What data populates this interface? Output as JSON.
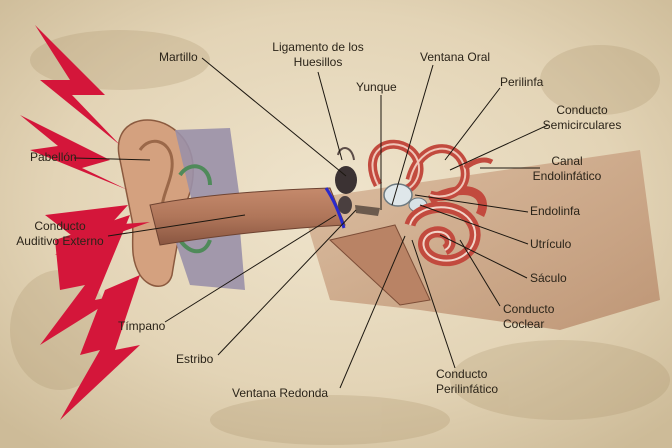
{
  "labels": {
    "martillo": "Martillo",
    "ligamento_line1": "Ligamento de los",
    "ligamento_line2": "Huesillos",
    "yunque": "Yunque",
    "ventana_oral": "Ventana Oral",
    "perilinfa": "Perilinfa",
    "semicirculares_line1": "Conducto",
    "semicirculares_line2": "Semicirculares",
    "canal_line1": "Canal",
    "canal_line2": "Endolinfático",
    "endolinfa": "Endolinfa",
    "utriculo": "Utrículo",
    "saculo": "Sáculo",
    "coclear_line1": "Conducto",
    "coclear_line2": "Coclear",
    "perilinfatico_line1": "Conducto",
    "perilinfatico_line2": "Perilinfático",
    "ventana_redonda": "Ventana Redonda",
    "estribo": "Estribo",
    "timpano": "Tímpano",
    "auditivo_line1": "Conducto",
    "auditivo_line2": "Auditivo Externo",
    "pabellon": "Pabellón"
  },
  "colors": {
    "background": "#e8dcc3",
    "soundwave": "#d4163a",
    "canal": "#b0765a",
    "cochlea": "#c24a3e",
    "tympanum": "#2a2acd",
    "leader": "#1c1710"
  }
}
